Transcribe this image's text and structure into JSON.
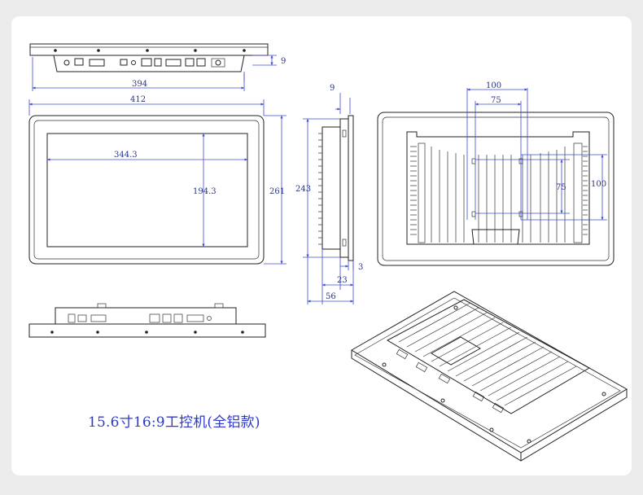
{
  "caption": "15.6寸16:9工控机(全铝款)",
  "dimensions": {
    "side_top_depth": "9",
    "top_port_width": "394",
    "front_width": "412",
    "screen_width": "344.3",
    "screen_height": "194.3",
    "front_height": "261",
    "side_depth_top": "9",
    "side_height": "243",
    "side_bezel": "3",
    "side_body": "23",
    "side_total": "56",
    "vesa_outer_h": "100",
    "vesa_inner_h": "75",
    "vesa_inner_v": "75",
    "vesa_outer_v": "100"
  }
}
